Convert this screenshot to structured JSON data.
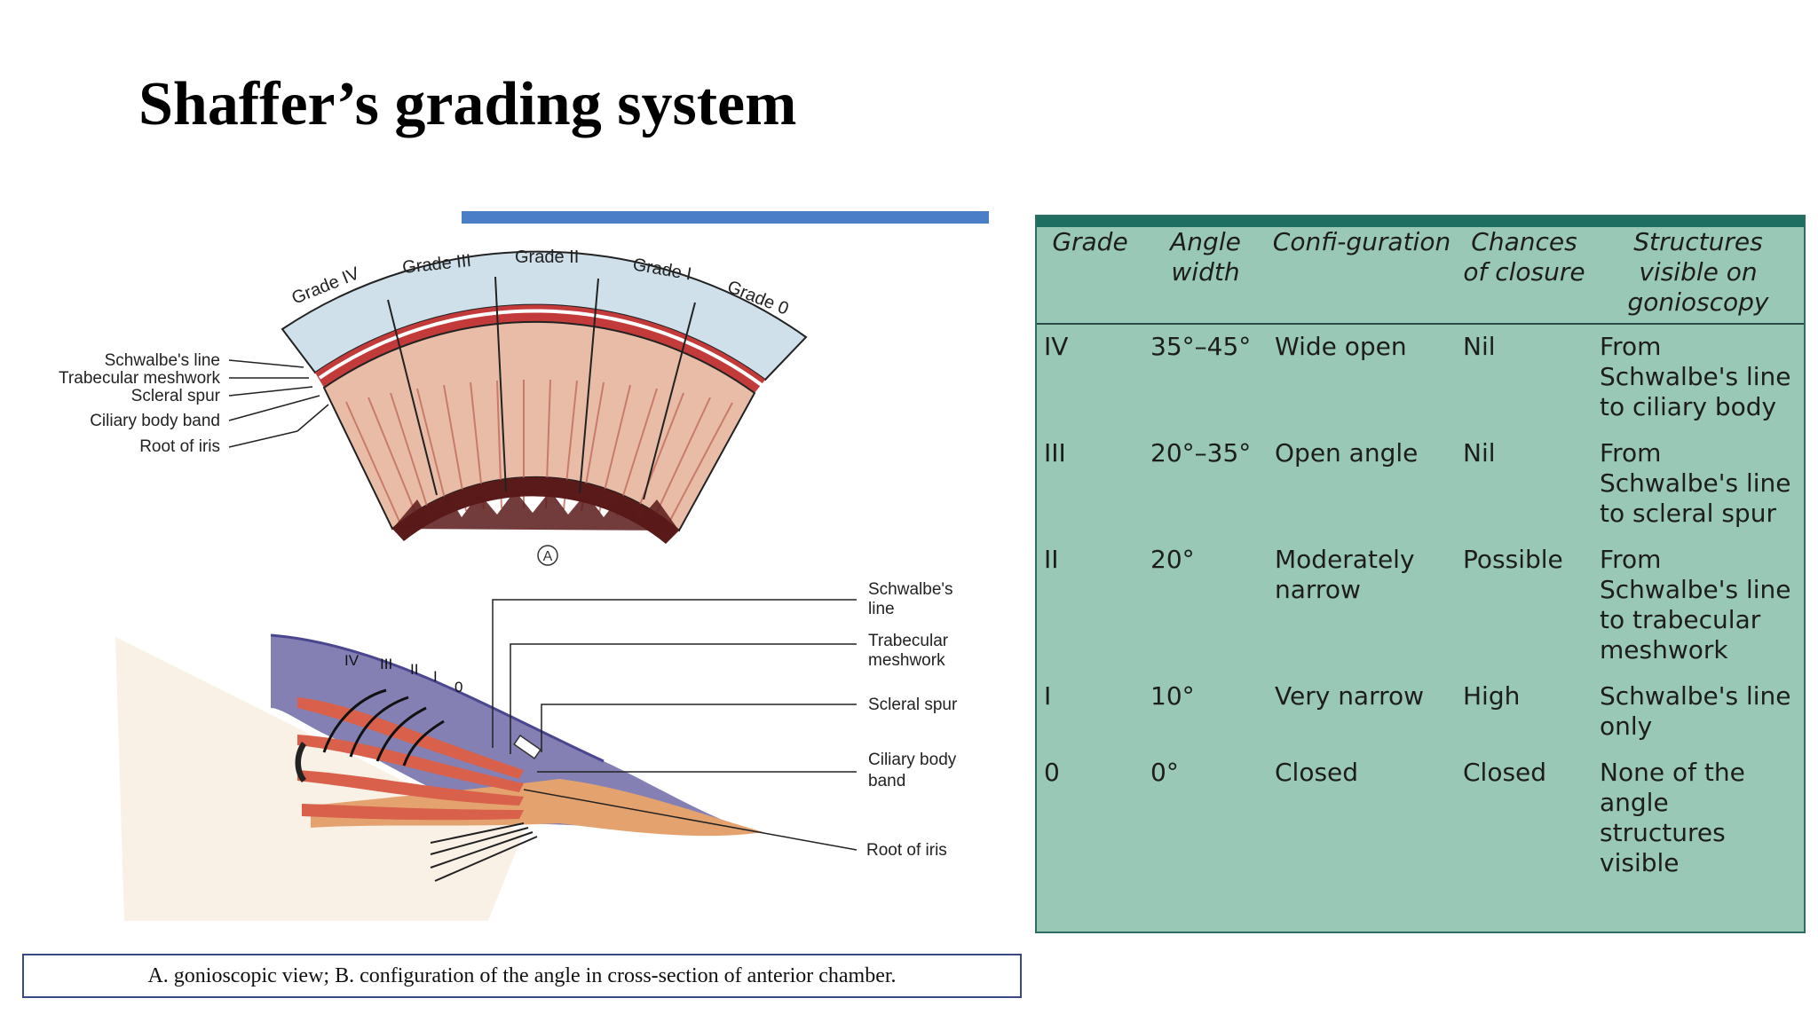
{
  "slide": {
    "title": "Shaffer’s grading system",
    "caption": "A. gonioscopic view; B. configuration of the angle in cross-section of anterior chamber."
  },
  "figure": {
    "grade_labels": [
      "Grade IV",
      "Grade III",
      "Grade II",
      "Grade I",
      "Grade 0"
    ],
    "view_a_labels": [
      "Schwalbe's line",
      "Trabecular meshwork",
      "Scleral spur",
      "Ciliary body band",
      "Root of iris"
    ],
    "panel_marker": "A",
    "angle_marks": [
      "IV",
      "III",
      "II",
      "I",
      "0"
    ],
    "view_b_labels": [
      {
        "l1": "Schwalbe's",
        "l2": "line"
      },
      {
        "l1": "Trabecular",
        "l2": "meshwork"
      },
      {
        "l1": "Scleral spur",
        "l2": ""
      },
      {
        "l1": "Ciliary body",
        "l2": "band"
      },
      {
        "l1": "Root of iris",
        "l2": ""
      }
    ],
    "colors": {
      "cornea": "#cfe0ea",
      "meshwork": "#e8bca6",
      "iris": "#5a1a1a",
      "sclera_band": "#6e6aa6"
    }
  },
  "table": {
    "headers": [
      "Grade",
      "Angle width",
      "Confi-guration",
      "Chances of closure",
      "Structures visible on gonioscopy"
    ],
    "rows": [
      [
        "IV",
        "35°–45°",
        "Wide open",
        "Nil",
        "From Schwalbe's line to ciliary body"
      ],
      [
        "III",
        "20°–35°",
        "Open angle",
        "Nil",
        "From Schwalbe's line to scleral spur"
      ],
      [
        "II",
        "20°",
        "Moderately narrow",
        "Possible",
        "From Schwalbe's line to trabecular meshwork"
      ],
      [
        "I",
        "10°",
        "Very narrow",
        "High",
        "Schwalbe's line only"
      ],
      [
        "0",
        "0°",
        "Closed",
        "Closed",
        "None of the angle structures visible"
      ]
    ],
    "colors": {
      "background": "#99c8b6",
      "header_bar": "#1e6f62"
    }
  }
}
